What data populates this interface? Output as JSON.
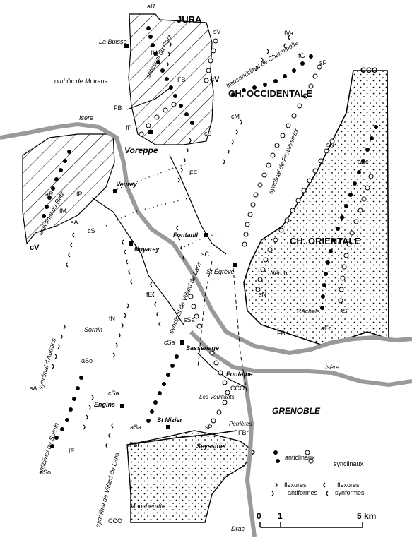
{
  "regions": {
    "jura": "JURA",
    "ch_occidentale": "CH. OCCIDENTALE",
    "ch_orientale": "CH. ORIENTALE",
    "cco_top": "CCO",
    "cco_mid": "CCO",
    "cco_bottom": "CCO",
    "grenoble": "GRENOBLE"
  },
  "places": {
    "la_buisse": "La Buisse",
    "ombilic": "ombilic de Moirans",
    "isere_w": "Isère",
    "isere_e": "Isère",
    "voreppe": "Voreppe",
    "veurey": "Veurey",
    "noyarey": "Noyarey",
    "fontanil": "Fontanil",
    "st_egreve": "St Égrève",
    "neron": "Néron",
    "rachais": "Rachais",
    "sornin": "Sornin",
    "sassenage": "Sassenage",
    "fontaine": "Fontaine",
    "les_vouillants": "Les Vouillants",
    "engins": "Engins",
    "st_nizier": "St Nizier",
    "perrieres": "Perrières",
    "seyssinet": "Seyssinet",
    "moucherotte": "Moucherotte",
    "drac": "Drac"
  },
  "structures": {
    "anticlinal_ratz_n": "anticlinal du Ratz",
    "anticlinal_ratz_s": "anticlinal du Ratz",
    "transanticlinal": "transanticlinal de Charminelle",
    "synclinal_proveysieux": "synclinal de Proveysieux",
    "synclinal_villard_n": "synclinal de Villard de Lans",
    "synclinal_villard_s": "synclinal de Villard de Lans",
    "synclinal_autrans": "synclinal d'Autrans",
    "anticlinal_sornin": "anticlinal de Sornin"
  },
  "codes": {
    "aR_top": "aR",
    "sV": "sV",
    "fM_top": "fM",
    "FB_1": "FB",
    "FB_2": "FB",
    "cV_top": "cV",
    "fP_top": "fP",
    "cS_top": "cS",
    "FF": "FF",
    "fVa": "fVa",
    "fG": "fG",
    "sP_top": "sP",
    "cM": "cM",
    "sN_top": "sN",
    "aEc_top": "aEc",
    "aR_w": "aR",
    "fP_w": "fP",
    "fM_w": "fM",
    "sA_top": "sA",
    "cS_w": "cS",
    "cV_w": "cV",
    "sC": "sC",
    "fE_top": "fE",
    "fN": "fN",
    "sN_mid": "sN",
    "sS": "sS",
    "aEc_bot": "aEc",
    "FBs": "FBs",
    "sSa": "sSa",
    "cSa_top": "cSa",
    "aSo_top": "aSo",
    "sA_bot": "sA",
    "cSa_bot": "cSa",
    "aSa": "aSa",
    "sP_bot": "sP",
    "fE_bot": "fE",
    "FBr_w": "FBr",
    "FBr_e": "FBr",
    "aSo_bot": "aSo"
  },
  "legend": {
    "anticlinaux": "anticlinaux",
    "synclinaux": "synclinaux",
    "flexures_anti_1": "flexures",
    "flexures_anti_2": "antiformes",
    "flexures_syn_1": "flexures",
    "flexures_syn_2": "synformes"
  },
  "scale": {
    "zero": "0",
    "one": "1",
    "five": "5 km"
  },
  "colors": {
    "ink": "#000000",
    "river": "#9a9a9a",
    "stipple": "#000000"
  }
}
